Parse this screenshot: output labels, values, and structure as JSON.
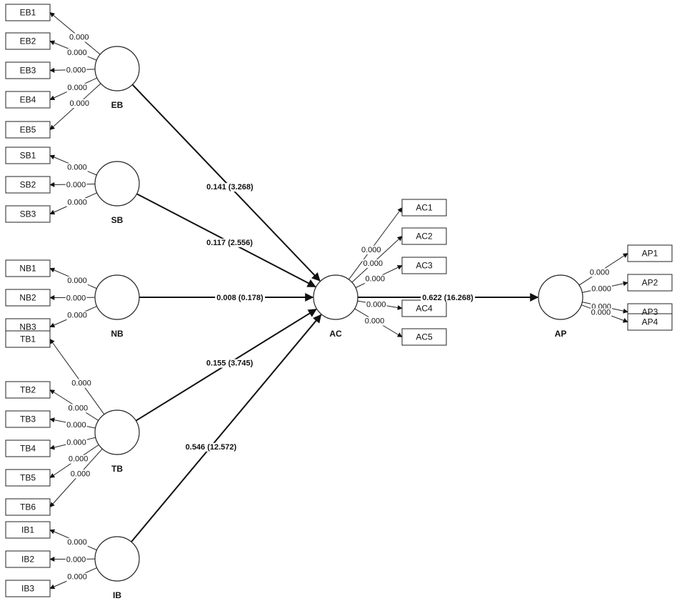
{
  "constructs": [
    {
      "id": "EB",
      "label": "EB"
    },
    {
      "id": "SB",
      "label": "SB"
    },
    {
      "id": "NB",
      "label": "NB"
    },
    {
      "id": "TB",
      "label": "TB"
    },
    {
      "id": "IB",
      "label": "IB"
    },
    {
      "id": "AC",
      "label": "AC"
    },
    {
      "id": "AP",
      "label": "AP"
    }
  ],
  "indicators": [
    {
      "id": "EB1",
      "construct": "EB",
      "loading": "0.000"
    },
    {
      "id": "EB2",
      "construct": "EB",
      "loading": "0.000"
    },
    {
      "id": "EB3",
      "construct": "EB",
      "loading": "0.000"
    },
    {
      "id": "EB4",
      "construct": "EB",
      "loading": "0.000"
    },
    {
      "id": "EB5",
      "construct": "EB",
      "loading": "0.000"
    },
    {
      "id": "SB1",
      "construct": "SB",
      "loading": "0.000"
    },
    {
      "id": "SB2",
      "construct": "SB",
      "loading": "0.000"
    },
    {
      "id": "SB3",
      "construct": "SB",
      "loading": "0.000"
    },
    {
      "id": "NB1",
      "construct": "NB",
      "loading": "0.000"
    },
    {
      "id": "NB2",
      "construct": "NB",
      "loading": "0.000"
    },
    {
      "id": "NB3",
      "construct": "NB",
      "loading": "0.000"
    },
    {
      "id": "TB1",
      "construct": "TB",
      "loading": "0.000"
    },
    {
      "id": "TB2",
      "construct": "TB",
      "loading": "0.000"
    },
    {
      "id": "TB3",
      "construct": "TB",
      "loading": "0.000"
    },
    {
      "id": "TB4",
      "construct": "TB",
      "loading": "0.000"
    },
    {
      "id": "TB5",
      "construct": "TB",
      "loading": "0.000"
    },
    {
      "id": "TB6",
      "construct": "TB",
      "loading": "0.000"
    },
    {
      "id": "IB1",
      "construct": "IB",
      "loading": "0.000"
    },
    {
      "id": "IB2",
      "construct": "IB",
      "loading": "0.000"
    },
    {
      "id": "IB3",
      "construct": "IB",
      "loading": "0.000"
    },
    {
      "id": "AC1",
      "construct": "AC",
      "loading": "0.000"
    },
    {
      "id": "AC2",
      "construct": "AC",
      "loading": "0.000"
    },
    {
      "id": "AC3",
      "construct": "AC",
      "loading": "0.000"
    },
    {
      "id": "AC4",
      "construct": "AC",
      "loading": "0.000"
    },
    {
      "id": "AC5",
      "construct": "AC",
      "loading": "0.000"
    },
    {
      "id": "AP1",
      "construct": "AP",
      "loading": "0.000"
    },
    {
      "id": "AP2",
      "construct": "AP",
      "loading": "0.000"
    },
    {
      "id": "AP3",
      "construct": "AP",
      "loading": "0.000"
    },
    {
      "id": "AP4",
      "construct": "AP",
      "loading": "0.000"
    }
  ],
  "paths": [
    {
      "from": "EB",
      "to": "AC",
      "label": "0.141 (3.268)"
    },
    {
      "from": "SB",
      "to": "AC",
      "label": "0.117 (2.556)"
    },
    {
      "from": "NB",
      "to": "AC",
      "label": "0.008 (0.178)"
    },
    {
      "from": "TB",
      "to": "AC",
      "label": "0.155 (3.745)"
    },
    {
      "from": "IB",
      "to": "AC",
      "label": "0.546 (12.572)"
    },
    {
      "from": "AC",
      "to": "AP",
      "label": "0.622 (16.268)"
    }
  ]
}
